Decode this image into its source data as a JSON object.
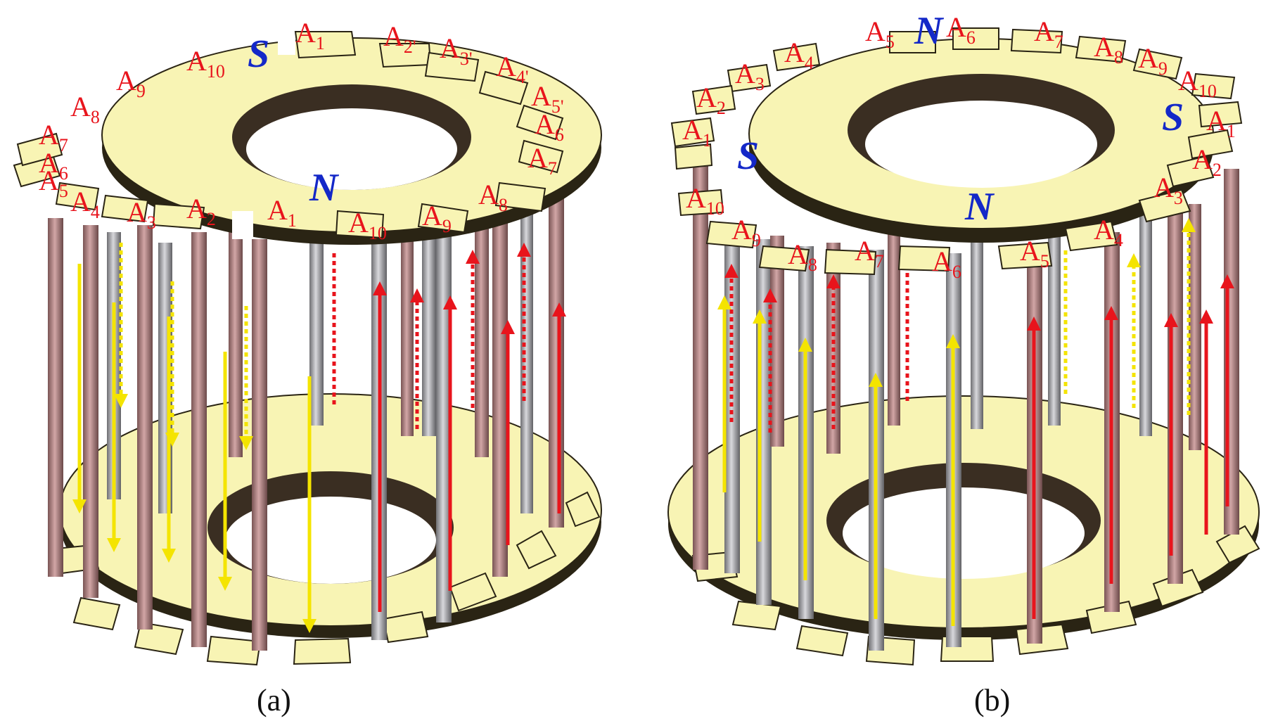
{
  "colors": {
    "ring_fill": "#f8f4b4",
    "ring_edge": "#2a2414",
    "rod_copper": "#b98c8c",
    "rod_steel": "#b0b0b4",
    "arrow_red": "#e8141c",
    "arrow_yellow": "#f4e400",
    "label_red": "#e8141c",
    "pole_blue": "#1428c8"
  },
  "panels": [
    {
      "caption": "(a)",
      "poles": [
        {
          "id": "S-top",
          "text": "S"
        },
        {
          "id": "N-front",
          "text": "N"
        }
      ],
      "tab_labels": [
        {
          "base": "A",
          "sub": "1"
        },
        {
          "base": "A",
          "sub": "10"
        },
        {
          "base": "A",
          "sub": "9"
        },
        {
          "base": "A",
          "sub": "8"
        },
        {
          "base": "A",
          "sub": "7"
        },
        {
          "base": "A",
          "sub": "6"
        },
        {
          "base": "A",
          "sub": "5"
        },
        {
          "base": "A",
          "sub": "4"
        },
        {
          "base": "A",
          "sub": "3"
        },
        {
          "base": "A",
          "sub": "2"
        },
        {
          "base": "A",
          "sub": "1"
        },
        {
          "base": "A",
          "sub": "2'"
        },
        {
          "base": "A",
          "sub": "3'"
        },
        {
          "base": "A",
          "sub": "4'"
        },
        {
          "base": "A",
          "sub": "5'"
        },
        {
          "base": "A",
          "sub": "6"
        },
        {
          "base": "A",
          "sub": "7"
        },
        {
          "base": "A",
          "sub": "8"
        },
        {
          "base": "A",
          "sub": "9"
        },
        {
          "base": "A",
          "sub": "10"
        }
      ],
      "current_flow": {
        "left_half": "down (yellow)",
        "right_half": "up (red)"
      }
    },
    {
      "caption": "(b)",
      "poles": [
        {
          "id": "N-top",
          "text": "N"
        },
        {
          "id": "S-left",
          "text": "S"
        },
        {
          "id": "S-right",
          "text": "S"
        },
        {
          "id": "N-front",
          "text": "N"
        }
      ],
      "tab_labels": [
        {
          "base": "A",
          "sub": "4"
        },
        {
          "base": "A",
          "sub": "5"
        },
        {
          "base": "A",
          "sub": "6"
        },
        {
          "base": "A",
          "sub": "7"
        },
        {
          "base": "A",
          "sub": "8"
        },
        {
          "base": "A",
          "sub": "9"
        },
        {
          "base": "A",
          "sub": "10"
        },
        {
          "base": "A",
          "sub": "3"
        },
        {
          "base": "A",
          "sub": "2"
        },
        {
          "base": "A",
          "sub": "1"
        },
        {
          "base": "A",
          "sub": "1"
        },
        {
          "base": "A",
          "sub": "2"
        },
        {
          "base": "A",
          "sub": "3"
        },
        {
          "base": "A",
          "sub": "10"
        },
        {
          "base": "A",
          "sub": "9"
        },
        {
          "base": "A",
          "sub": "8"
        },
        {
          "base": "A",
          "sub": "7"
        },
        {
          "base": "A",
          "sub": "6"
        },
        {
          "base": "A",
          "sub": "5"
        },
        {
          "base": "A",
          "sub": "4"
        }
      ],
      "current_flow": {
        "left_half": "up (yellow)",
        "right_half": "up (red)"
      }
    }
  ]
}
